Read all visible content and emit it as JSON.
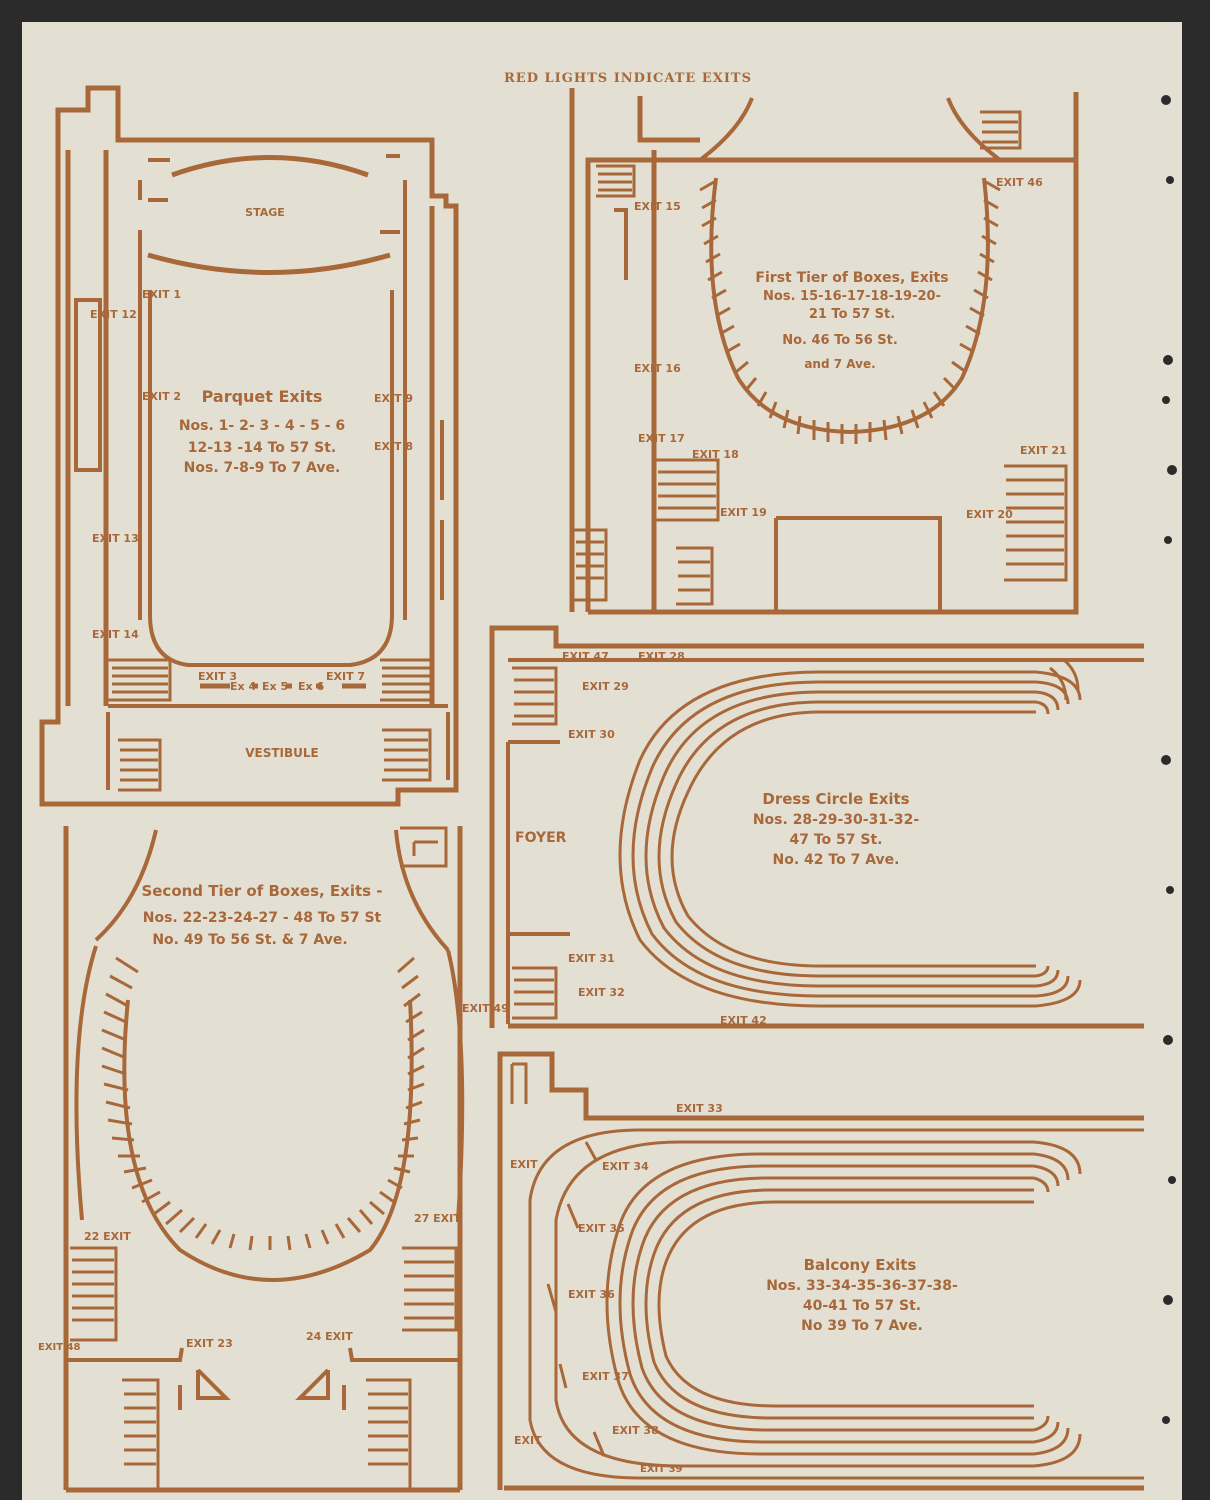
{
  "header": "RED LIGHTS INDICATE EXITS",
  "colors": {
    "ink": "#a8683a",
    "paper": "#e3e0d3",
    "background": "#2b2b2b"
  },
  "parquet": {
    "stage": "STAGE",
    "vestibule": "VESTIBULE",
    "title": "Parquet Exits",
    "line1": "Nos. 1- 2- 3 - 4 - 5 - 6",
    "line2": "12-13 -14 To 57 St.",
    "line3": "Nos. 7-8-9 To 7 Ave.",
    "exits": {
      "e1": "EXIT 1",
      "e2": "EXIT 2",
      "e3": "EXIT 3",
      "e4": "Ex 4",
      "e5": "Ex 5",
      "e6": "Ex 6",
      "e7": "EXIT 7",
      "e8": "EXIT 8",
      "e9": "EXIT 9",
      "e12": "EXIT 12",
      "e13": "EXIT 13",
      "e14": "EXIT 14"
    }
  },
  "first_tier": {
    "title": "First Tier of Boxes, Exits",
    "line1": "Nos. 15-16-17-18-19-20-",
    "line2": "21 To 57 St.",
    "line3": "No. 46 To 56 St.",
    "line4": "and 7 Ave.",
    "exits": {
      "e15": "EXIT 15",
      "e16": "EXIT 16",
      "e17": "EXIT 17",
      "e18": "EXIT 18",
      "e19": "EXIT 19",
      "e20": "EXIT 20",
      "e21": "EXIT 21",
      "e46": "EXIT 46"
    }
  },
  "second_tier": {
    "title": "Second Tier of Boxes, Exits -",
    "line1": "Nos. 22-23-24-27 - 48 To 57 St",
    "line2": "No. 49 To 56 St. & 7 Ave.",
    "exits": {
      "e22": "22 EXIT",
      "e23": "EXIT 23",
      "e24": "24 EXIT",
      "e27": "27 EXIT",
      "e48": "EXIT 48",
      "e49": "EXIT 49"
    }
  },
  "dress_circle": {
    "foyer": "FOYER",
    "title": "Dress Circle Exits",
    "line1": "Nos. 28-29-30-31-32-",
    "line2": "47 To 57 St.",
    "line3": "No. 42 To 7 Ave.",
    "exits": {
      "e28": "EXIT 28",
      "e29": "EXIT 29",
      "e30": "EXIT 30",
      "e31": "EXIT 31",
      "e32": "EXIT 32",
      "e42": "EXIT 42",
      "e47": "EXIT 47"
    }
  },
  "balcony": {
    "title": "Balcony Exits",
    "line1": "Nos. 33-34-35-36-37-38-",
    "line2": "40-41 To 57 St.",
    "line3": "No 39 To 7 Ave.",
    "exits": {
      "e33": "EXIT 33",
      "e34": "EXIT 34",
      "e35": "EXIT 35",
      "e36": "EXIT 36",
      "e37": "EXIT 37",
      "e38": "EXIT 38",
      "e39": "EXIT 39",
      "left_top": "EXIT",
      "left_bottom": "EXIT"
    }
  }
}
